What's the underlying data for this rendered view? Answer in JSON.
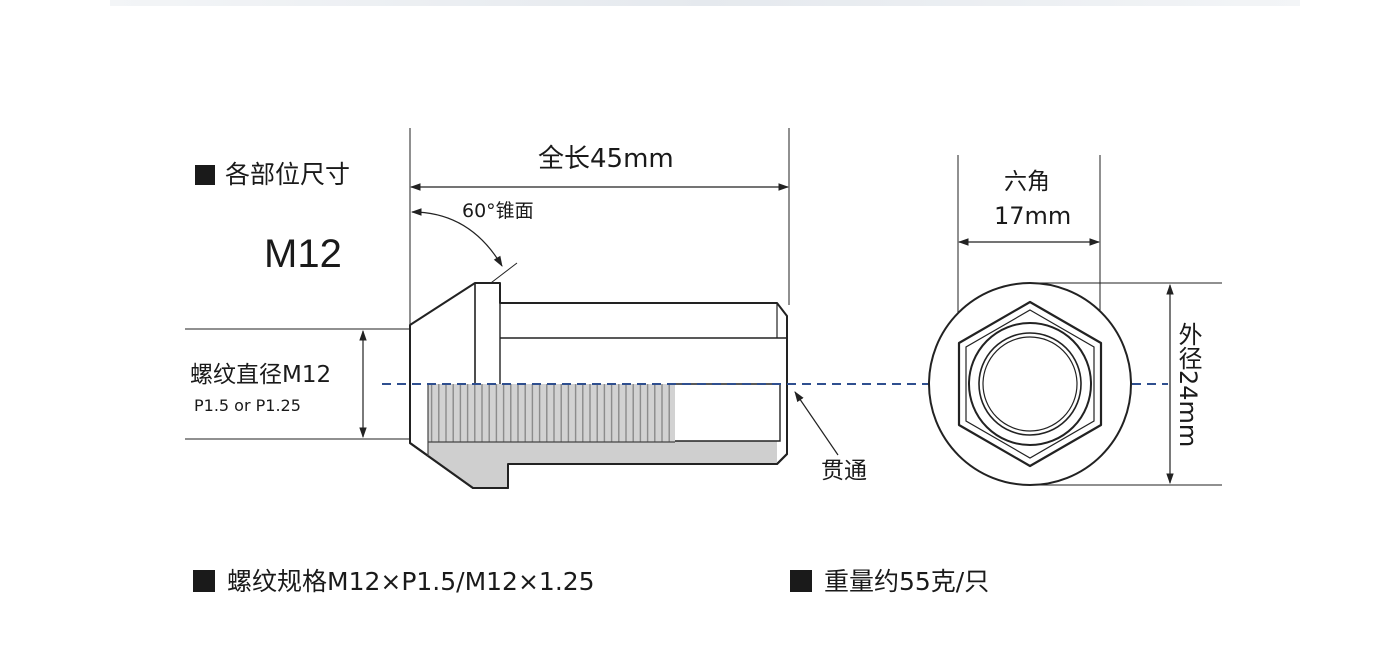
{
  "section_title": "各部位尺寸",
  "model": "M12",
  "dimensions": {
    "total_length": "全长45mm",
    "cone_angle": "60°锥面",
    "thread_diameter": "螺纹直径M12",
    "thread_pitch": "P1.5 or P1.25",
    "through_hole": "贯通",
    "hex_label": "六角",
    "hex_size": "17mm",
    "outer_diameter": "外径24mm"
  },
  "specs": {
    "thread_spec": "螺纹规格M12×P1.5/M12×1.25",
    "weight": "重量约55克/只"
  },
  "colors": {
    "centerline": "#2f4f8f",
    "body_fill": "#ffffff",
    "thread_fill": "#cfcfcf",
    "outline": "#222222"
  }
}
